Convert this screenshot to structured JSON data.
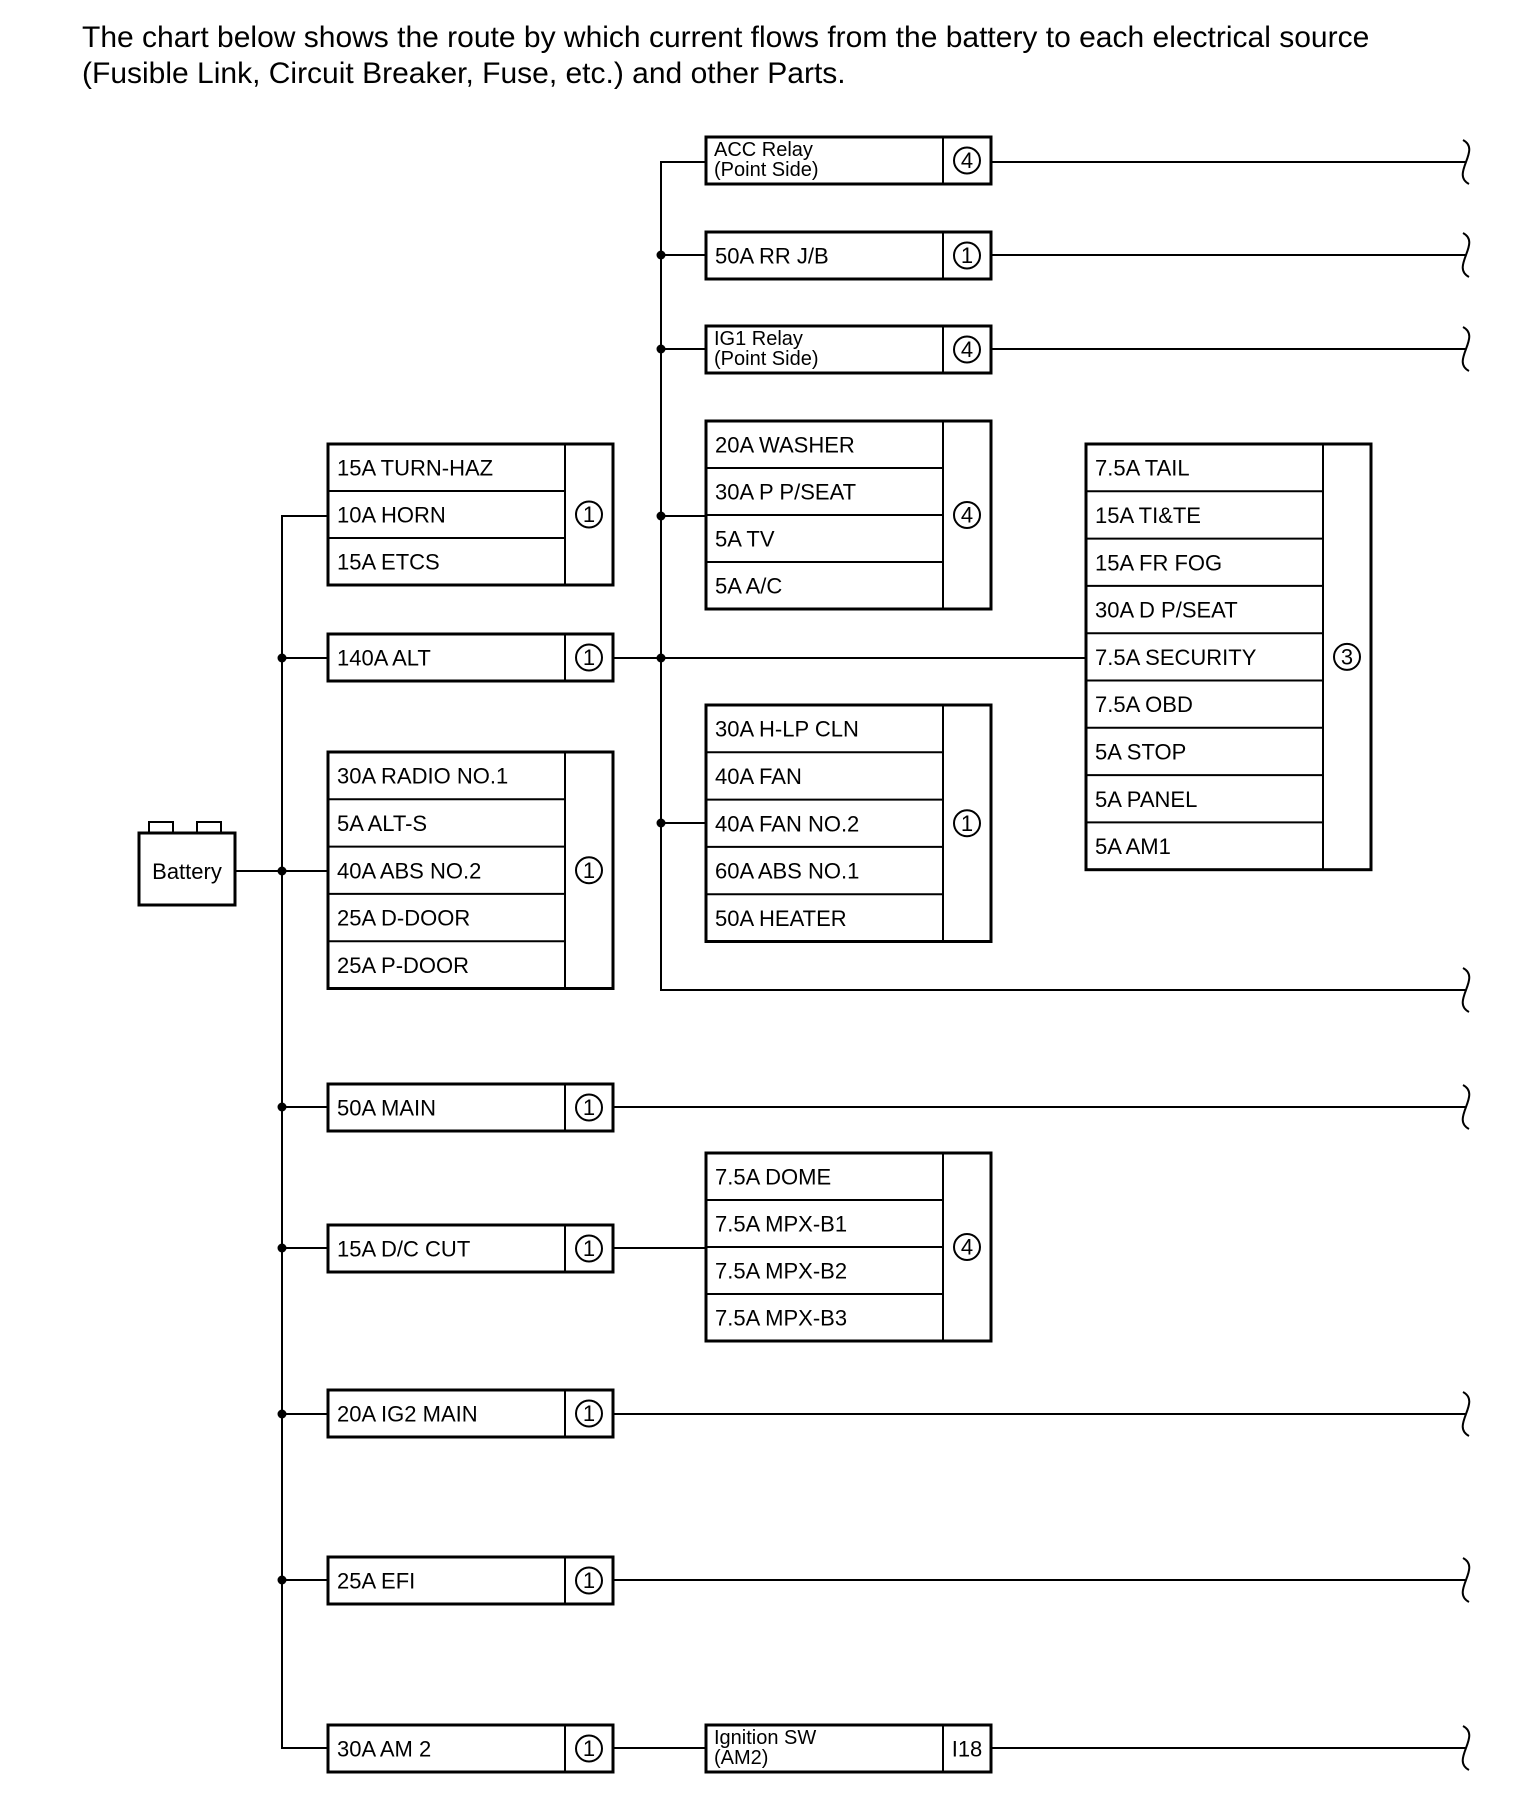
{
  "intro": {
    "line1": "The chart below shows the route by which current flows from the battery to each electrical source",
    "line2": "(Fusible Link, Circuit Breaker, Fuse, etc.) and other Parts."
  },
  "battery_label": "Battery",
  "blocks": {
    "acc_relay": {
      "lines": [
        "ACC Relay",
        "(Point Side)"
      ],
      "num": "4"
    },
    "rr_jb": {
      "lines": [
        "50A RR J/B"
      ],
      "num": "1"
    },
    "ig1_relay": {
      "lines": [
        "IG1 Relay",
        "(Point Side)"
      ],
      "num": "4"
    },
    "washer_group": {
      "items": [
        "20A WASHER",
        "30A P P/SEAT",
        "5A TV",
        "5A A/C"
      ],
      "num": "4"
    },
    "turn_group": {
      "items": [
        "15A TURN-HAZ",
        "10A HORN",
        "15A ETCS"
      ],
      "num": "1"
    },
    "alt": {
      "lines": [
        "140A ALT"
      ],
      "num": "1"
    },
    "tail_group": {
      "items": [
        "7.5A TAIL",
        "15A TI&TE",
        "15A FR FOG",
        "30A D P/SEAT",
        "7.5A SECURITY",
        "7.5A OBD",
        "5A STOP",
        "5A PANEL",
        "5A AM1"
      ],
      "num": "3"
    },
    "radio_group": {
      "items": [
        "30A RADIO NO.1",
        "5A ALT-S",
        "40A ABS NO.2",
        "25A D-DOOR",
        "25A P-DOOR"
      ],
      "num": "1"
    },
    "hlp_group": {
      "items": [
        "30A H-LP CLN",
        "40A FAN",
        "40A FAN NO.2",
        "60A ABS NO.1",
        "50A HEATER"
      ],
      "num": "1"
    },
    "main": {
      "lines": [
        "50A MAIN"
      ],
      "num": "1"
    },
    "dc_cut": {
      "lines": [
        "15A D/C CUT"
      ],
      "num": "1"
    },
    "dome_group": {
      "items": [
        "7.5A DOME",
        "7.5A MPX-B1",
        "7.5A MPX-B2",
        "7.5A MPX-B3"
      ],
      "num": "4"
    },
    "ig2_main": {
      "lines": [
        "20A IG2 MAIN"
      ],
      "num": "1"
    },
    "efi": {
      "lines": [
        "25A EFI"
      ],
      "num": "1"
    },
    "am2": {
      "lines": [
        "30A AM 2"
      ],
      "num": "1"
    },
    "ignition_sw": {
      "lines": [
        "Ignition SW",
        "(AM2)"
      ],
      "code": "I18"
    }
  }
}
